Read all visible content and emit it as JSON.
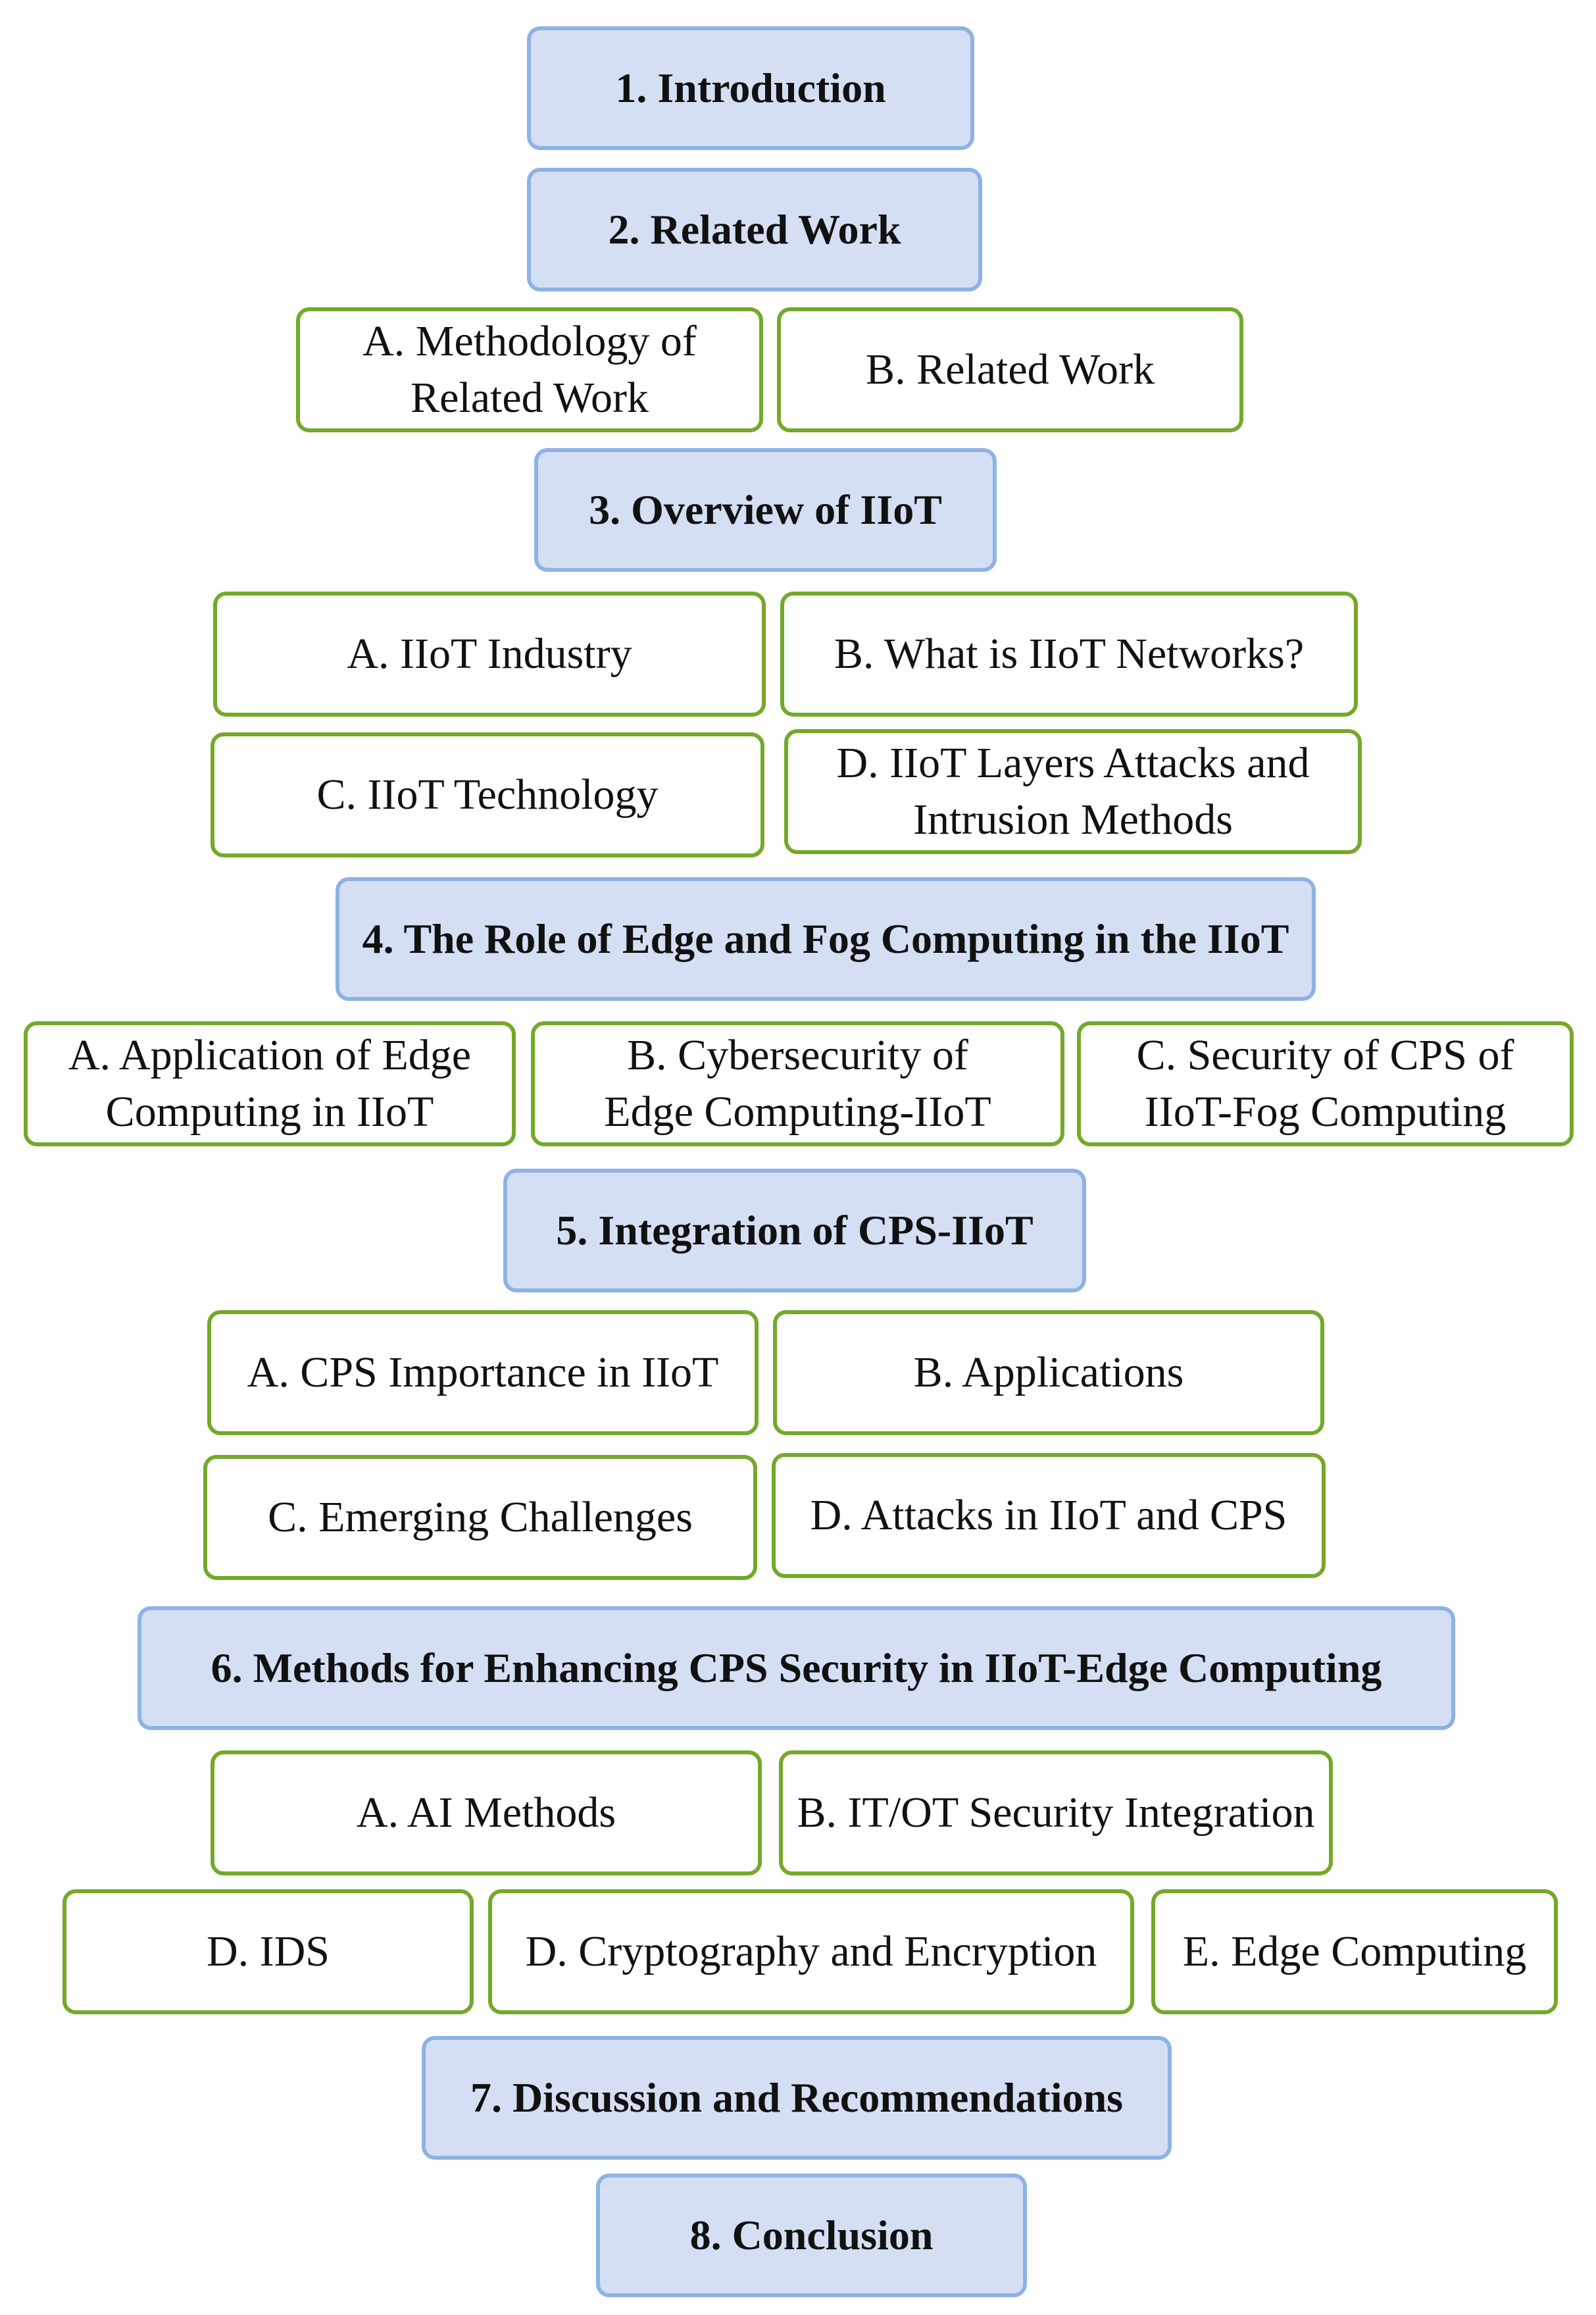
{
  "diagram": {
    "sections": [
      {
        "id": "introduction",
        "title": "1. Introduction",
        "subsections": []
      },
      {
        "id": "related-work",
        "title": "2. Related Work",
        "subsections": [
          {
            "label": "A. Methodology of\nRelated Work"
          },
          {
            "label": "B. Related Work"
          }
        ]
      },
      {
        "id": "overview-iiot",
        "title": "3. Overview of IIoT",
        "subsections": [
          {
            "label": "A. IIoT Industry"
          },
          {
            "label": "B. What is IIoT Networks?"
          },
          {
            "label": "C. IIoT Technology"
          },
          {
            "label": "D. IIoT Layers Attacks and\nIntrusion Methods"
          }
        ]
      },
      {
        "id": "edge-fog",
        "title": "4. The Role of Edge and Fog Computing in the IIoT",
        "subsections": [
          {
            "label": "A. Application of Edge\nComputing in IIoT"
          },
          {
            "label": "B. Cybersecurity of\nEdge Computing-IIoT"
          },
          {
            "label": "C. Security of CPS of\nIIoT-Fog Computing"
          }
        ]
      },
      {
        "id": "cps-iiot",
        "title": "5. Integration of CPS-IIoT",
        "subsections": [
          {
            "label": "A. CPS Importance in IIoT"
          },
          {
            "label": "B. Applications"
          },
          {
            "label": "C. Emerging Challenges"
          },
          {
            "label": "D. Attacks in IIoT and CPS"
          }
        ]
      },
      {
        "id": "methods",
        "title": "6. Methods for Enhancing CPS Security in IIoT-Edge Computing",
        "subsections": [
          {
            "label": "A. AI Methods"
          },
          {
            "label": "B. IT/OT Security Integration"
          },
          {
            "label": "D. IDS"
          },
          {
            "label": "D. Cryptography and Encryption"
          },
          {
            "label": "E. Edge Computing"
          }
        ]
      },
      {
        "id": "discussion",
        "title": "7. Discussion and Recommendations",
        "subsections": []
      },
      {
        "id": "conclusion",
        "title": "8. Conclusion",
        "subsections": []
      }
    ],
    "colors": {
      "section_fill": "#d4dff3",
      "section_border": "#8eb2e4",
      "subsection_fill": "#ffffff",
      "subsection_border": "#74a82a",
      "text": "#111111"
    }
  }
}
